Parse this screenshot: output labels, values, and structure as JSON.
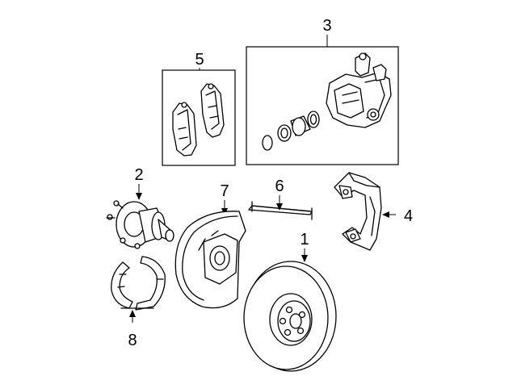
{
  "callouts": {
    "rotor": "1",
    "hub": "2",
    "caliper": "3",
    "bracket": "4",
    "pads": "5",
    "sensor": "6",
    "shield": "7",
    "shoes": "8"
  },
  "colors": {
    "line": "#000000",
    "background": "#ffffff"
  }
}
